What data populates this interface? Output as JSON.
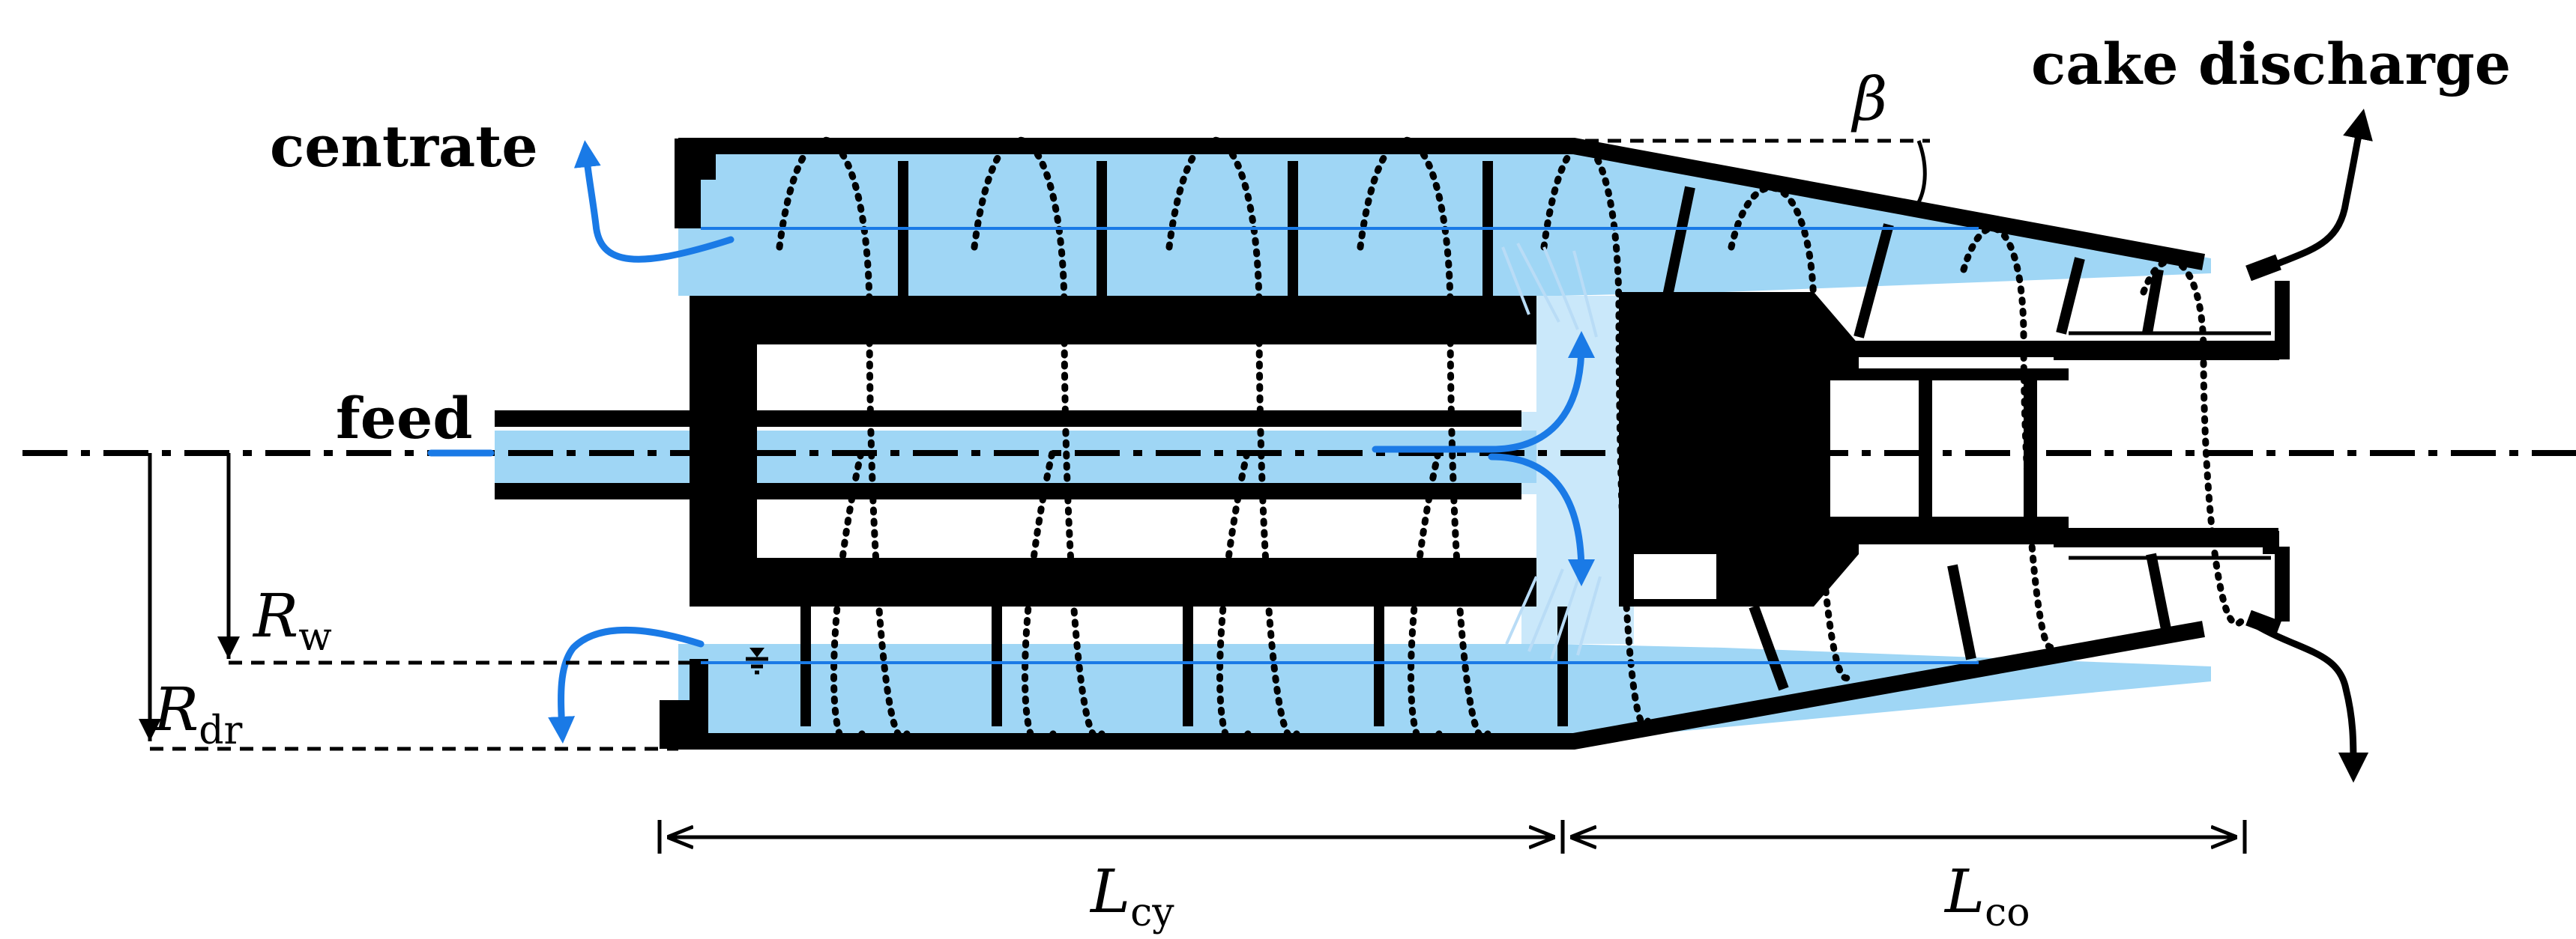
{
  "labels": {
    "centrate": "centrate",
    "cake_discharge": "cake discharge",
    "feed": "feed",
    "beta": "β",
    "r_w": "R",
    "r_w_sub": "w",
    "r_dr": "R",
    "r_dr_sub": "dr",
    "l_cy": "L",
    "l_cy_sub": "cy",
    "l_co": "L",
    "l_co_sub": "co"
  },
  "colors": {
    "slurry": "#9fd6f5",
    "flow_arrow": "#1a7ae6",
    "structure": "#000000"
  }
}
